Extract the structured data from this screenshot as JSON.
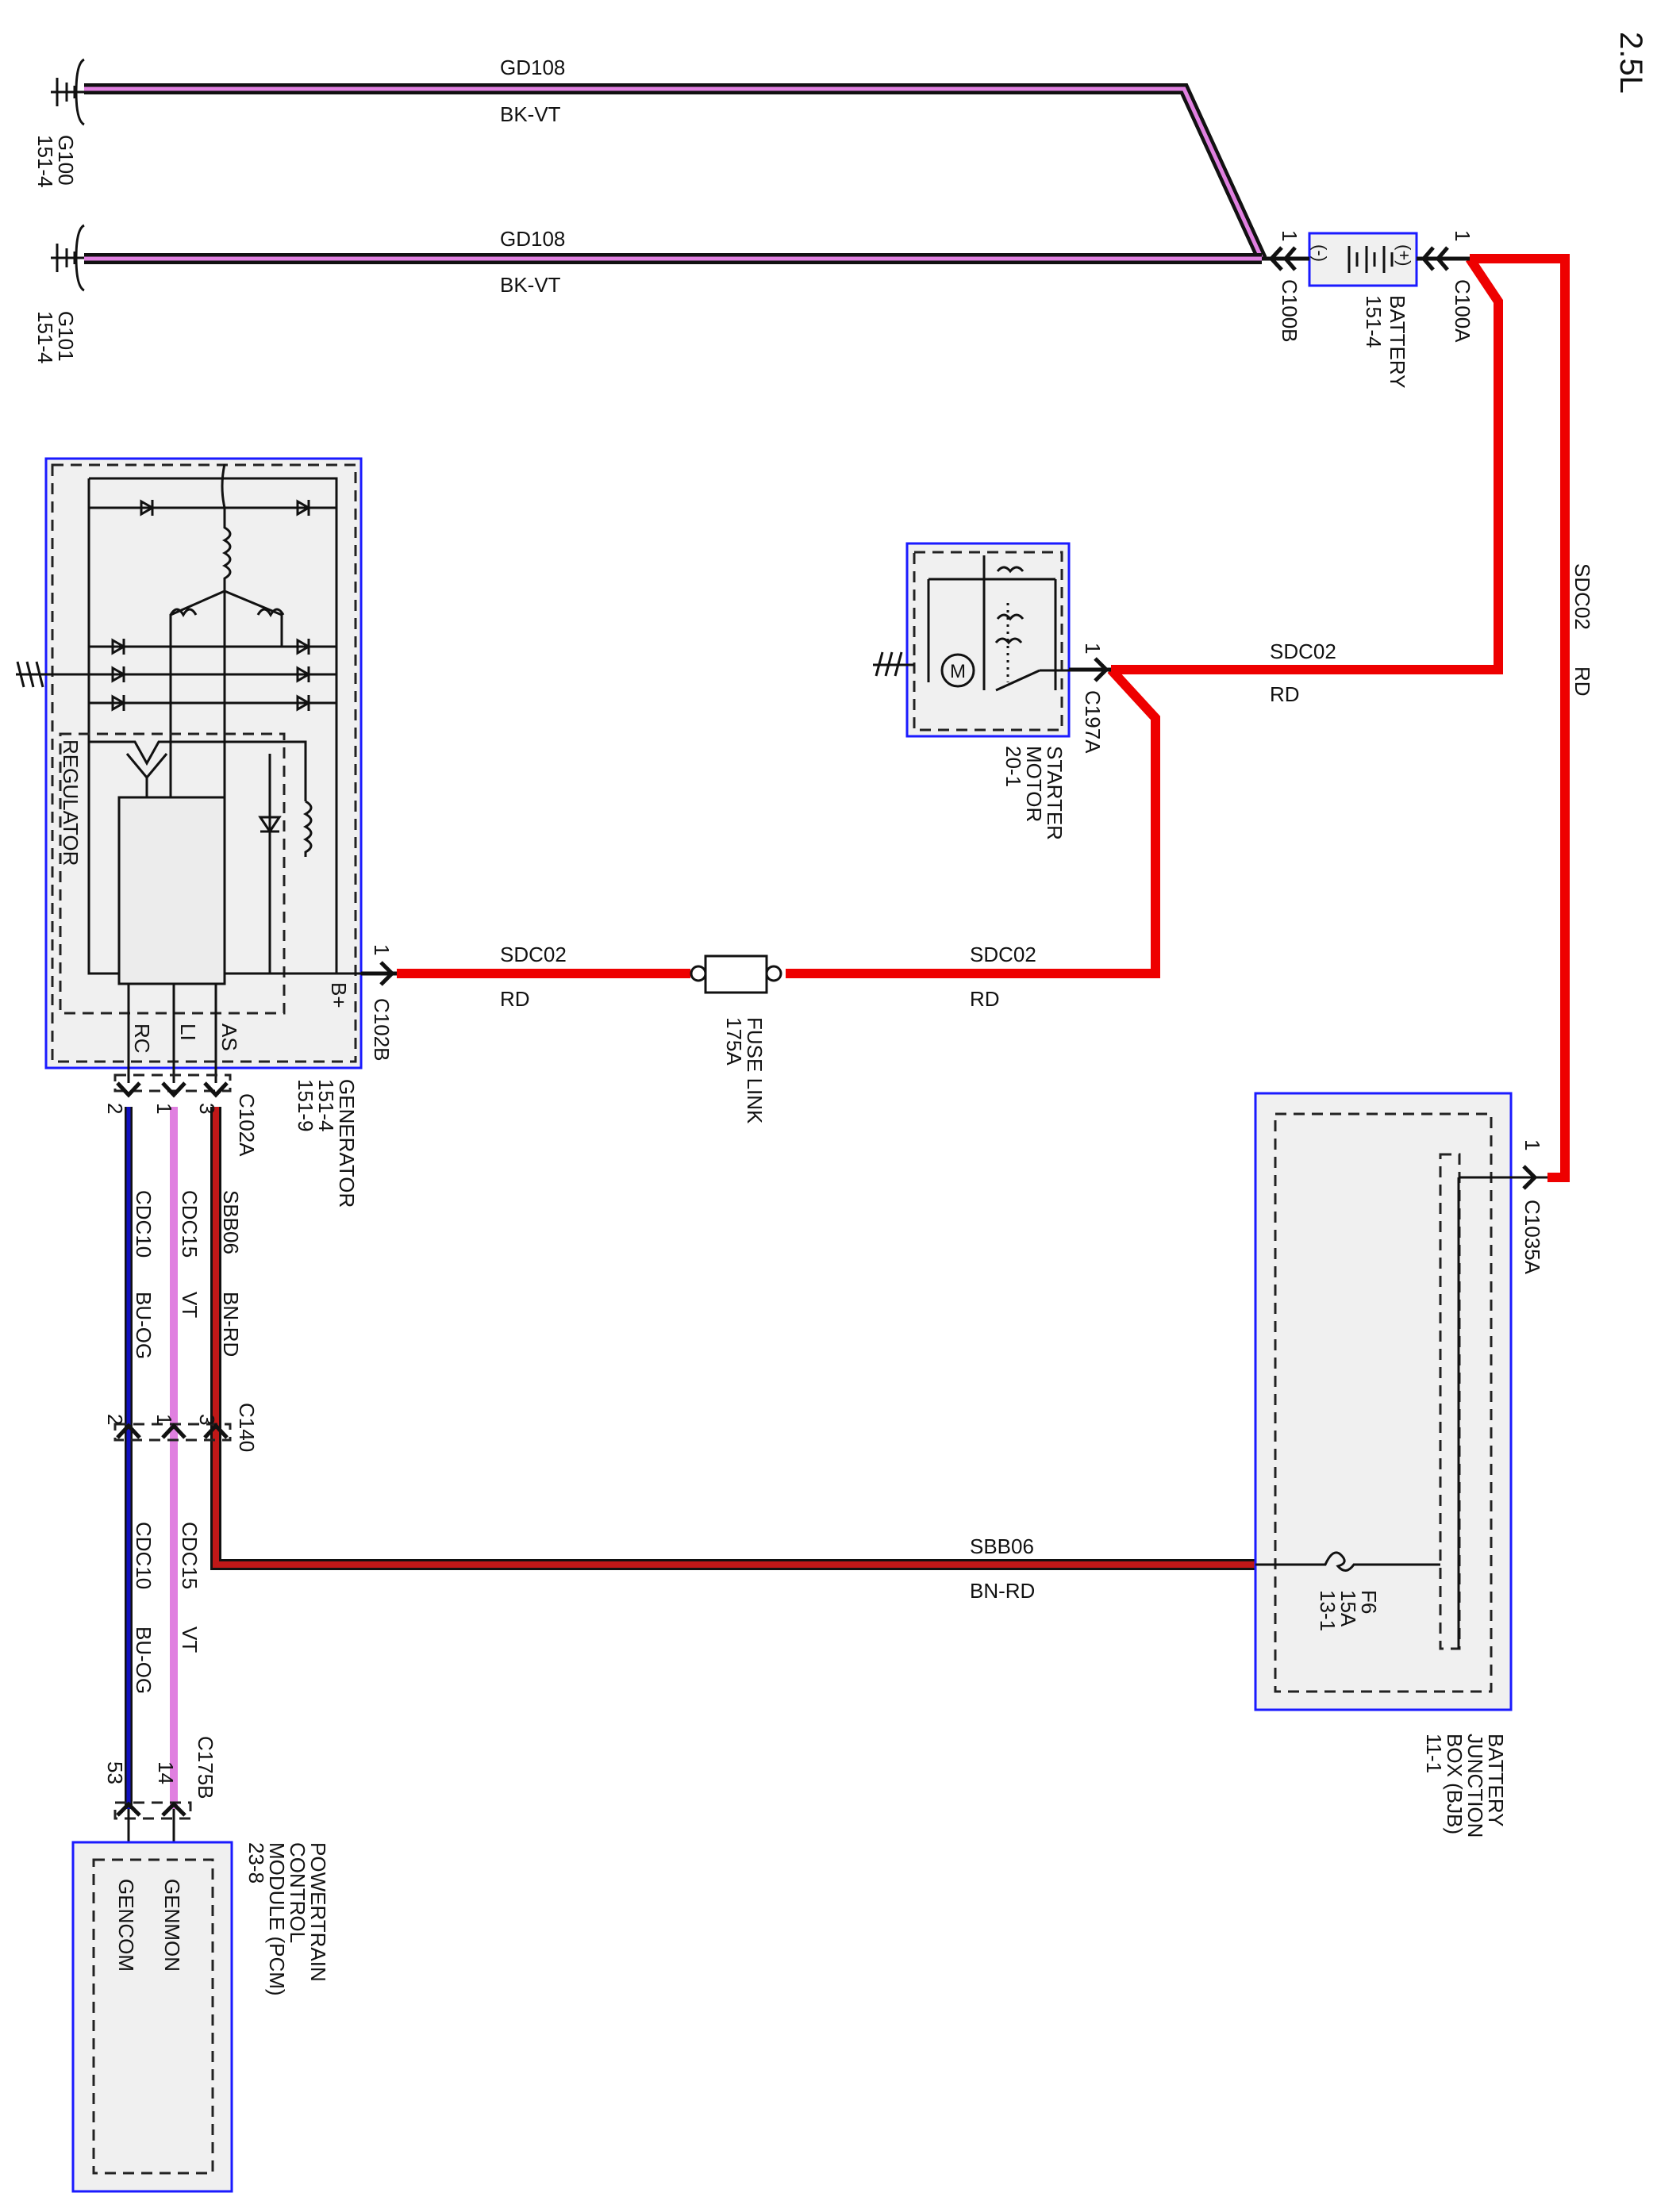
{
  "engine_label": "2.5L",
  "colors": {
    "red": "#ee0000",
    "brown_red": "#c01818",
    "violet": "#e080e0",
    "blue": "#1010c0",
    "black": "#111111",
    "box_border": "#1a1aff"
  },
  "grounds": [
    {
      "id": "G100",
      "ref": "151-4"
    },
    {
      "id": "G101",
      "ref": "151-4"
    }
  ],
  "wires": {
    "gd108_top": {
      "circuit": "GD108",
      "color": "BK-VT"
    },
    "gd108_bottom": {
      "circuit": "GD108",
      "color": "BK-VT"
    },
    "sdc02_vertical": {
      "circuit": "SDC02",
      "color": "RD"
    },
    "sdc02_starter": {
      "circuit": "SDC02",
      "color": "RD"
    },
    "sdc02_generator": {
      "circuit": "SDC02",
      "color": "RD"
    },
    "sdc02_fuse": {
      "circuit": "SDC02",
      "color": "RD"
    },
    "sbb06_upper": {
      "circuit": "SBB06",
      "color": "BN-RD"
    },
    "sbb06_lower": {
      "circuit": "SBB06",
      "color": "BN-RD"
    },
    "cdc15_upper": {
      "circuit": "CDC15",
      "color": "VT"
    },
    "cdc15_lower": {
      "circuit": "CDC15",
      "color": "VT"
    },
    "cdc10_upper": {
      "circuit": "CDC10",
      "color": "BU-OG"
    },
    "cdc10_lower": {
      "circuit": "CDC10",
      "color": "BU-OG"
    }
  },
  "connectors": {
    "c100b": {
      "name": "C100B",
      "pin": "1"
    },
    "c100a": {
      "name": "C100A",
      "pin": "1"
    },
    "c197a": {
      "name": "C197A",
      "pin": "1"
    },
    "c102b": {
      "name": "C102B",
      "pin": "1"
    },
    "c1035a": {
      "name": "C1035A",
      "pin": "1"
    },
    "c102a": {
      "name": "C102A",
      "pins": [
        "3",
        "1",
        "2"
      ]
    },
    "c140": {
      "name": "C140",
      "pins": [
        "3",
        "1",
        "2"
      ]
    },
    "c175b": {
      "name": "C175B",
      "pins": [
        "14",
        "53"
      ]
    }
  },
  "battery": {
    "name": "BATTERY",
    "ref": "151-4",
    "neg": "(-)",
    "pos": "(+)"
  },
  "starter_motor": {
    "name_line1": "STARTER",
    "name_line2": "MOTOR",
    "ref": "20-1"
  },
  "fuse_link": {
    "name": "FUSE LINK",
    "rating": "175A"
  },
  "generator": {
    "name": "GENERATOR",
    "refs": [
      "151-4",
      "151-9"
    ],
    "regulator_label": "REGULATOR",
    "b_plus": "B+",
    "terminals": [
      "RC",
      "LI",
      "AS"
    ]
  },
  "bjb": {
    "name_lines": [
      "BATTERY",
      "JUNCTION",
      "BOX (BJB)"
    ],
    "ref": "11-1",
    "fuse": {
      "name": "F6",
      "rating": "15A",
      "ref": "13-1"
    }
  },
  "pcm": {
    "name_lines": [
      "POWERTRAIN",
      "CONTROL",
      "MODULE (PCM)"
    ],
    "ref": "23-8",
    "pins": [
      "GENMON",
      "GENCOM"
    ]
  }
}
